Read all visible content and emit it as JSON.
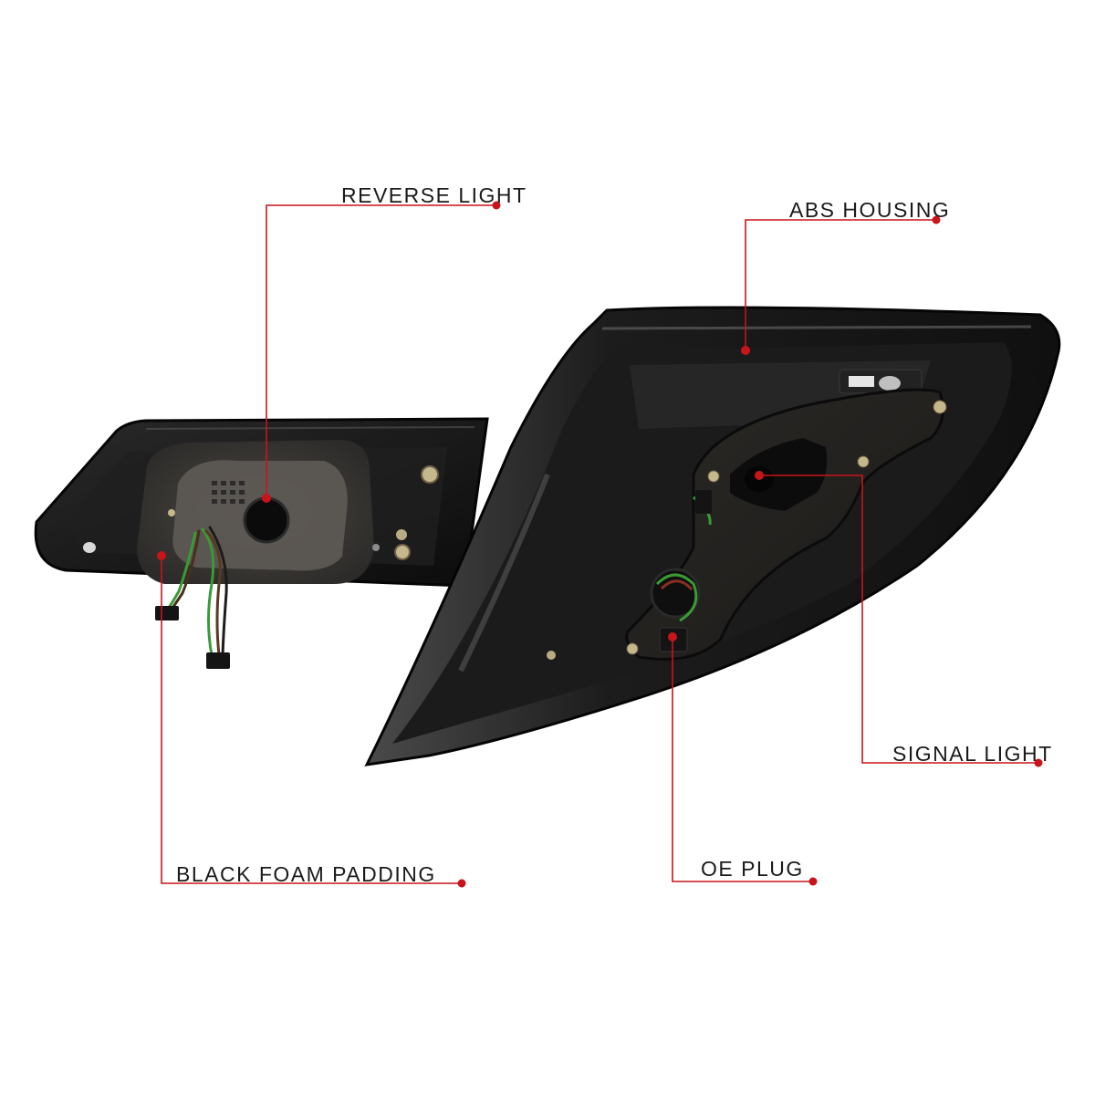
{
  "callouts": {
    "reverse_light": "REVERSE LIGHT",
    "abs_housing": "ABS HOUSING",
    "signal_light": "SIGNAL LIGHT",
    "black_foam_padding": "BLACK FOAM PADDING",
    "oe_plug": "OE PLUG"
  },
  "colors": {
    "leader_line": "#c8141b",
    "housing": "#151515",
    "foam": "#3b3936",
    "wire_green": "#2f8a2c",
    "wire_brown": "#5a3a22"
  }
}
